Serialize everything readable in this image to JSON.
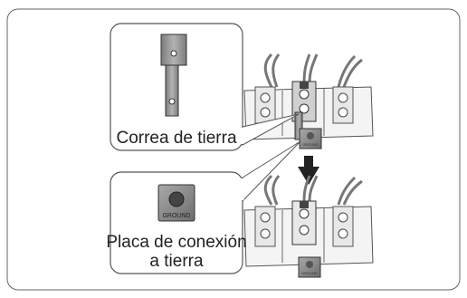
{
  "labels": {
    "strap": "Correa de tierra",
    "plate_line1": "Placa de conexión",
    "plate_line2": "a tierra",
    "ground": "GROUND"
  },
  "icons": {
    "arrow": "arrow-down-icon"
  },
  "colors": {
    "outline": "#555555",
    "metal": "#9a9a9a",
    "dark": "#222222"
  }
}
